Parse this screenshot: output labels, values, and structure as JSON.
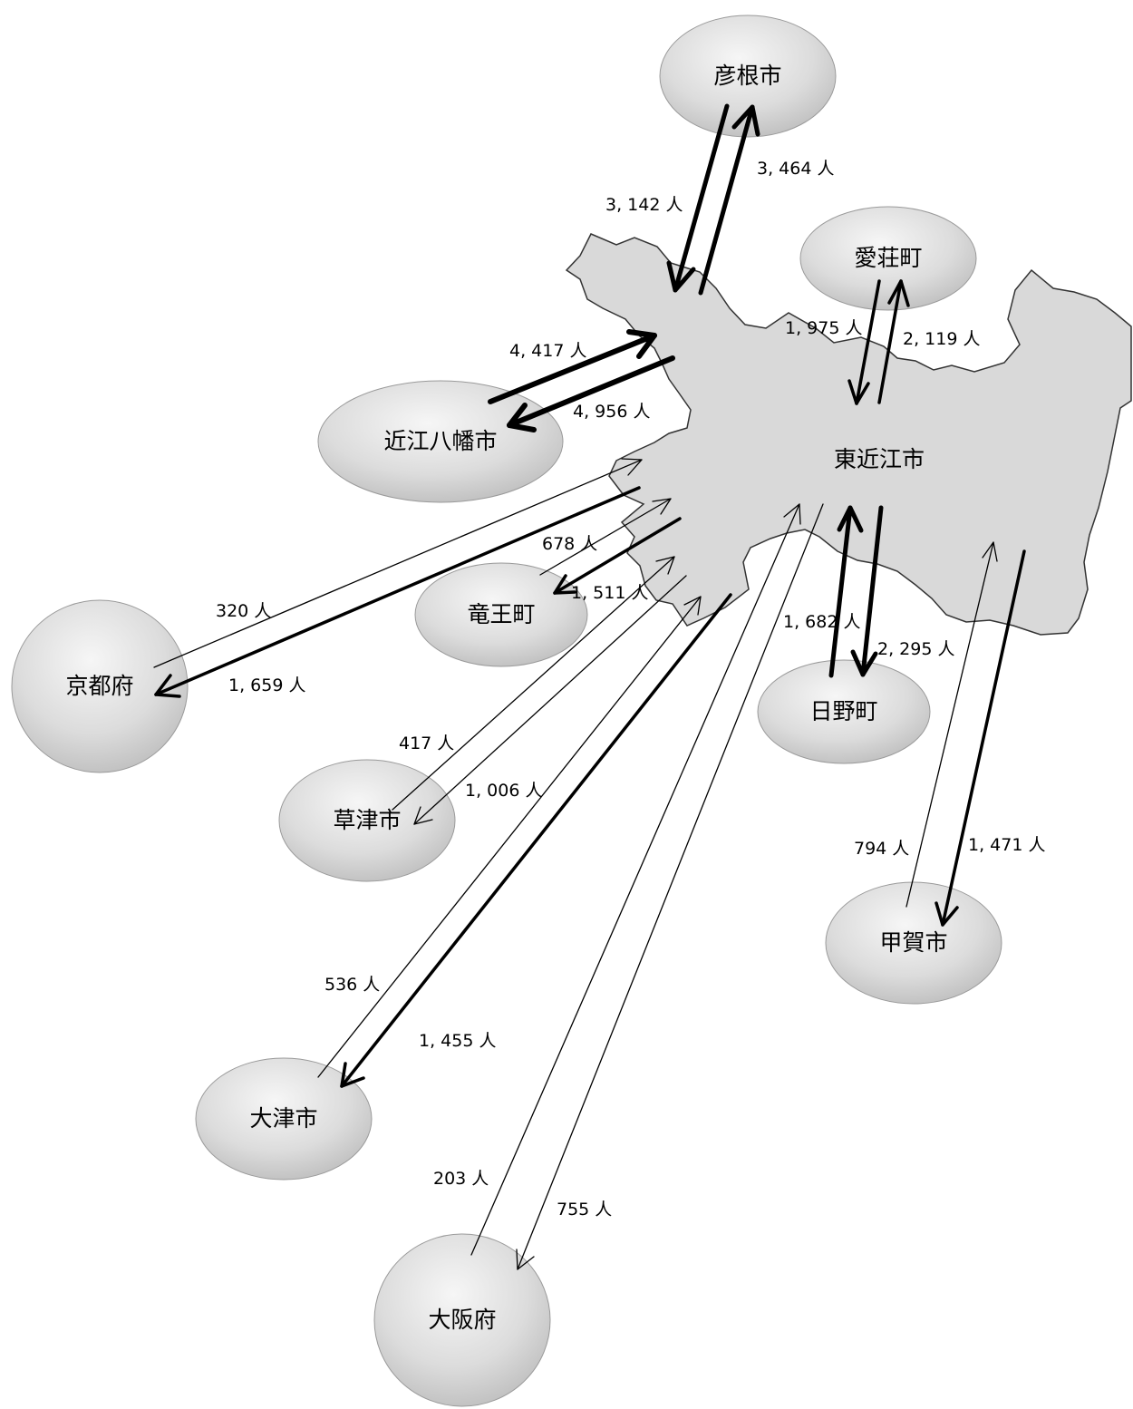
{
  "center": {
    "name": "東近江市"
  },
  "nodes": {
    "hikone": "彦根市",
    "aisho": "愛荘町",
    "omihachiman": "近江八幡市",
    "ryuo": "竜王町",
    "kyoto": "京都府",
    "kusatsu": "草津市",
    "otsu": "大津市",
    "osaka": "大阪府",
    "hino": "日野町",
    "koka": "甲賀市"
  },
  "flows": {
    "hikone_in": "3, 142 人",
    "hikone_out": "3, 464 人",
    "aisho_in": "1, 975 人",
    "aisho_out": "2, 119 人",
    "omi_in": "4, 417 人",
    "omi_out": "4, 956 人",
    "ryuo_in": "678 人",
    "ryuo_out": "1, 511 人",
    "kyoto_in": "320 人",
    "kyoto_out": "1, 659 人",
    "kusatsu_in": "417 人",
    "kusatsu_out": "1, 006 人",
    "otsu_in": "536 人",
    "otsu_out": "1, 455 人",
    "osaka_in": "203 人",
    "osaka_out": "755 人",
    "hino_in": "1, 682 人",
    "hino_out": "2, 295 人",
    "koka_in": "794 人",
    "koka_out": "1, 471 人"
  },
  "colors": {
    "region_fill": "#d9d9d9",
    "region_stroke": "#333333",
    "bubble_light": "#f4f4f4",
    "bubble_dark": "#c4c4c4",
    "arrow": "#000000"
  }
}
